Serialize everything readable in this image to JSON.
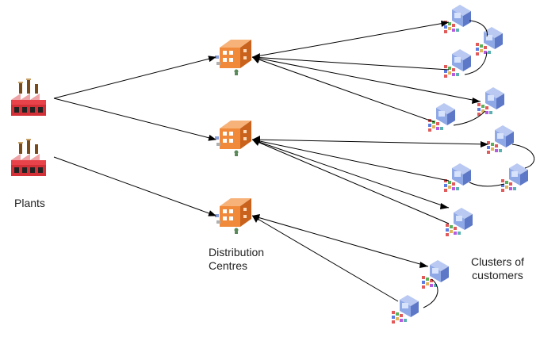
{
  "labels": {
    "plants": "Plants",
    "distribution_line1": "Distribution",
    "distribution_line2": "Centres",
    "customers_line1": "Clusters of",
    "customers_line2": "customers"
  },
  "icons": {
    "plant": "factory-icon",
    "distribution_centre": "warehouse-icon",
    "customer": "customer-computer-icon"
  },
  "colors": {
    "plant_body": "#e8434b",
    "plant_chimney": "#7a4a1a",
    "dc_body": "#f08a3a",
    "customer_monitor": "#8fa8e6",
    "arrow": "#000000"
  }
}
